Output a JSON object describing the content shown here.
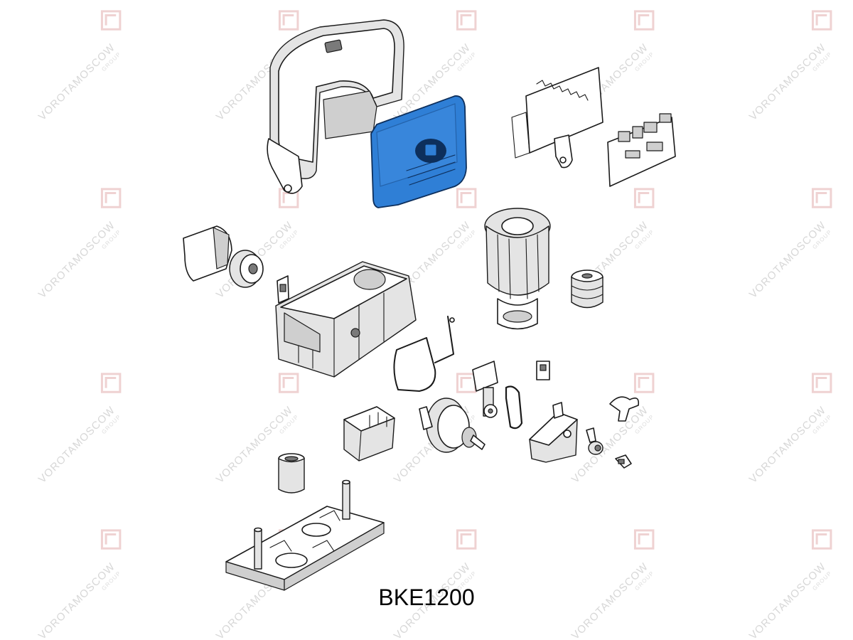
{
  "title": "BKE1200",
  "watermark": {
    "text": "VOROTAMOSCOW",
    "sub": "GROUP"
  },
  "colors": {
    "highlight": "#2f7fd6",
    "line": "#1a1a1a",
    "watermark": "#d7d7d7"
  },
  "parts": [
    "main-cover",
    "front-cover-highlighted",
    "control-board-bracket",
    "control-board",
    "gear-cover",
    "drive-pinion",
    "micro-switch",
    "gearbox-housing",
    "gasket",
    "motor",
    "pulley",
    "connector",
    "release-lever",
    "drive-belt",
    "worm-gear-assembly",
    "transformer",
    "release-cover",
    "release-knob",
    "key-lock",
    "key",
    "capacitor",
    "anchor-plate"
  ]
}
